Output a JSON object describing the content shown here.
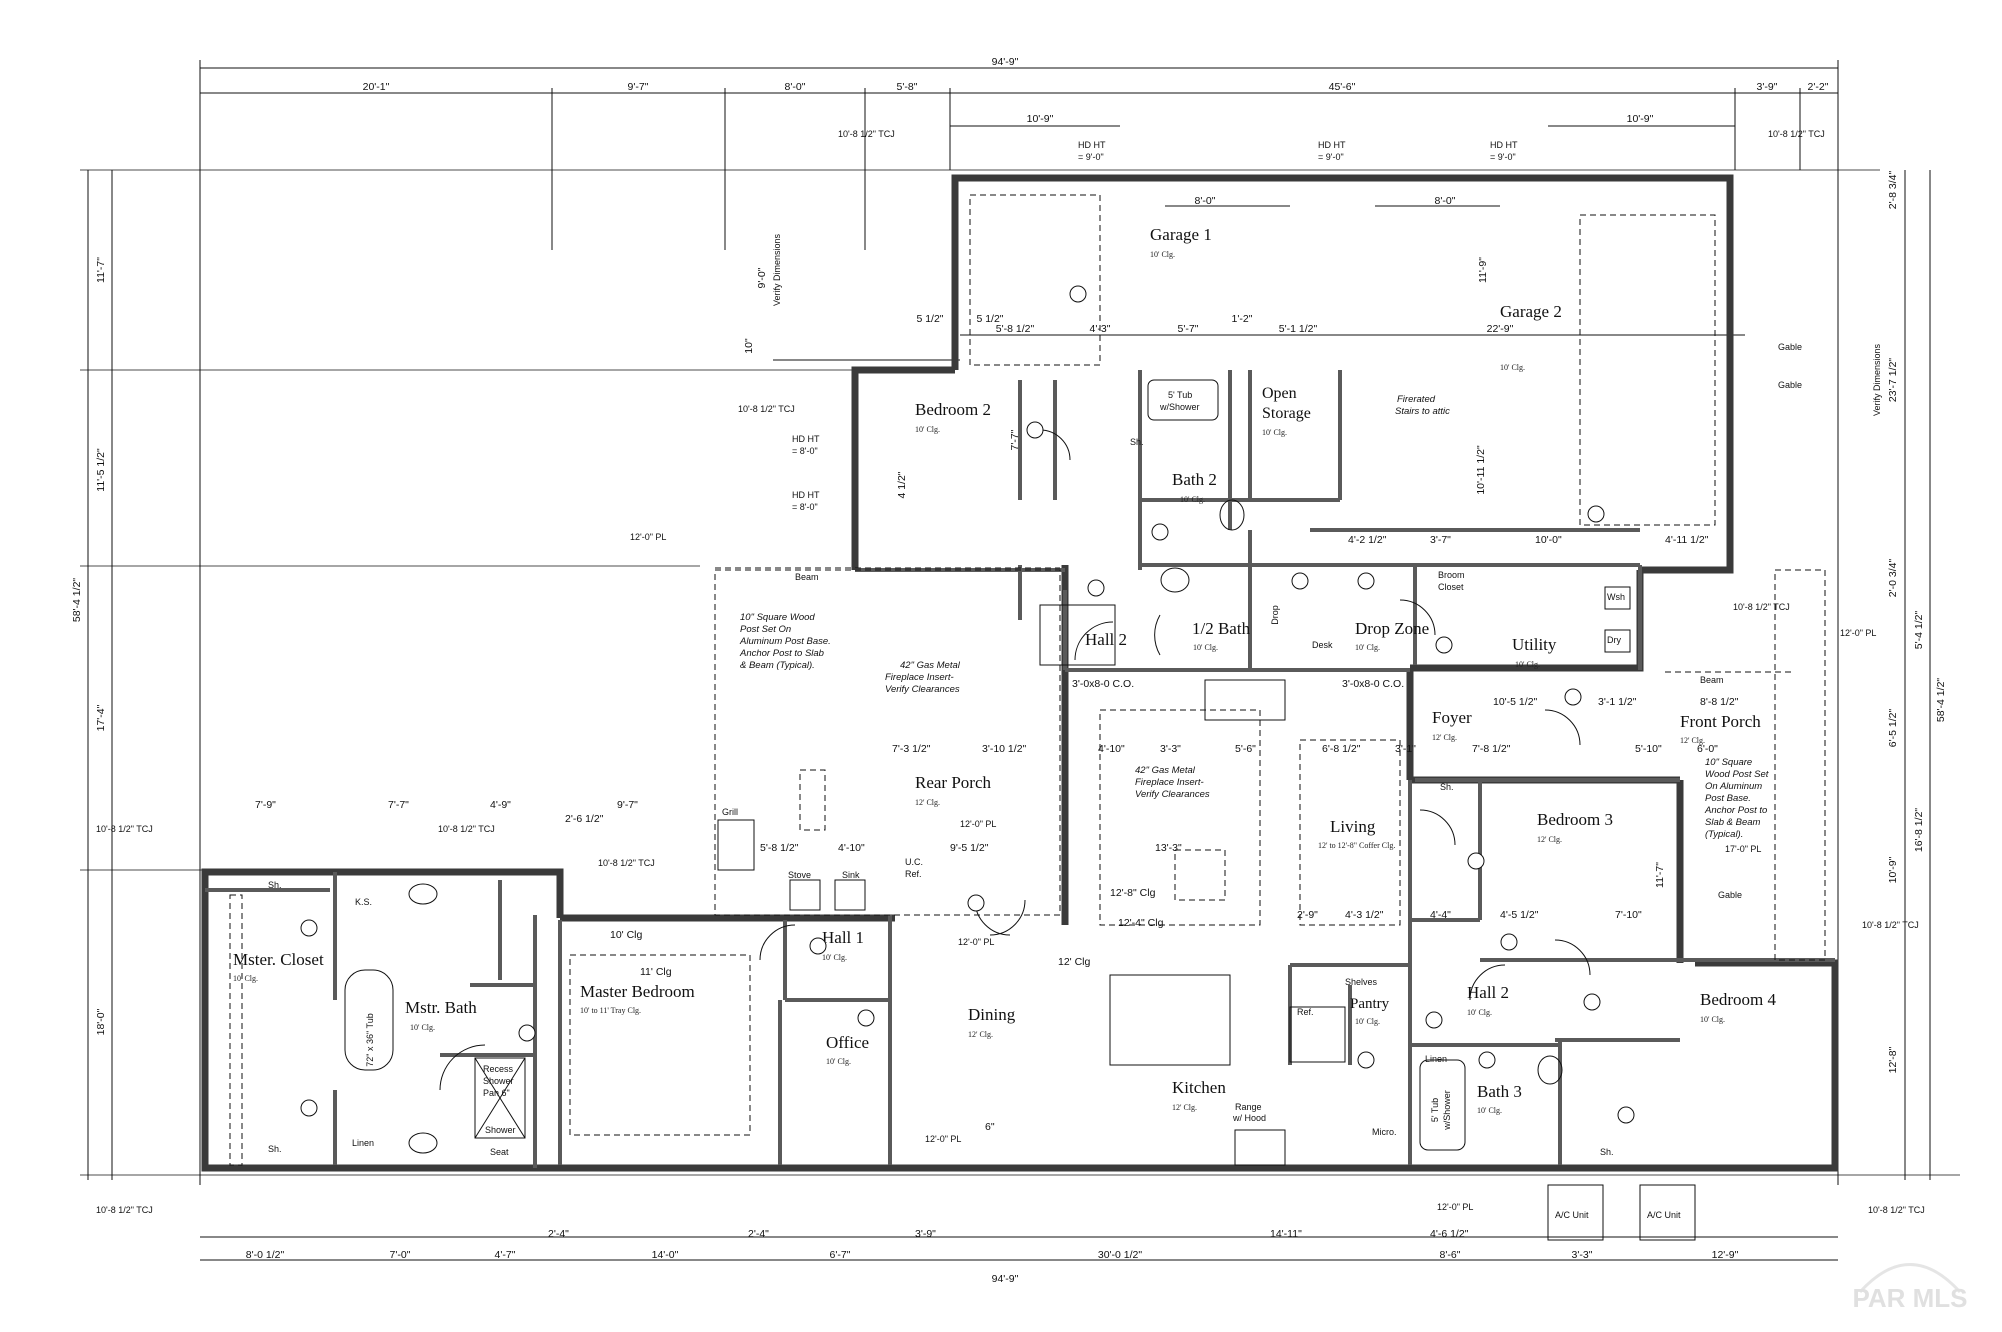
{
  "total_width_top": "94'-9\"",
  "total_width_bottom": "94'-9\"",
  "top_segments": [
    "20'-1\"",
    "9'-7\"",
    "8'-0\"",
    "5'-8\"",
    "45'-6\"",
    "3'-9\"",
    "2'-2\""
  ],
  "bottom_segments": [
    "8'-0 1/2\"",
    "7'-0\"",
    "4'-7\"",
    "14'-0\"",
    "6'-7\"",
    "30'-0 1/2\"",
    "8'-6\"",
    "3'-3\"",
    "12'-9\""
  ],
  "left_overall": "58'-4 1/2\"",
  "right_overall": "58'-4 1/2\"",
  "left_segments": [
    "11'-7\"",
    "11'-5 1/2\"",
    "17'-4\"",
    "18'-0\""
  ],
  "right_segments": [
    "2'-8 3/4\"",
    "23'-7 1/2\"",
    "2'-0 3/4\"",
    "5'-4 1/2\"",
    "6'-5 1/2\"",
    "16'-8 1/2\"",
    "10'-9\"",
    "12'-8\""
  ],
  "rooms": {
    "garage1": {
      "name": "Garage 1",
      "ceiling": "10' Clg."
    },
    "garage2": {
      "name": "Garage 2",
      "ceiling": "10' Clg."
    },
    "bedroom2": {
      "name": "Bedroom 2",
      "ceiling": "10' Clg."
    },
    "bath2": {
      "name": "Bath 2",
      "ceiling": "10' Clg."
    },
    "open_storage": {
      "name": "Open Storage",
      "ceiling": "10' Clg."
    },
    "half_bath": {
      "name": "1/2 Bath",
      "ceiling": "10' Clg."
    },
    "hall2_upper": {
      "name": "Hall 2"
    },
    "drop_zone": {
      "name": "Drop Zone",
      "ceiling": "10' Clg."
    },
    "utility": {
      "name": "Utility",
      "ceiling": "10' Clg."
    },
    "rear_porch": {
      "name": "Rear Porch",
      "ceiling": "12' Clg."
    },
    "foyer": {
      "name": "Foyer",
      "ceiling": "12' Clg."
    },
    "front_porch": {
      "name": "Front Porch",
      "ceiling": "12' Clg."
    },
    "living": {
      "name": "Living",
      "ceiling": "12' to 12'-8\" Coffer Clg."
    },
    "bedroom3": {
      "name": "Bedroom 3",
      "ceiling": "12' Clg."
    },
    "mster_closet": {
      "name": "Mster. Closet",
      "ceiling": "10' Clg."
    },
    "mstr_bath": {
      "name": "Mstr. Bath",
      "ceiling": "10' Clg."
    },
    "master_bedroom": {
      "name": "Master Bedroom",
      "ceiling": "10' to 11' Tray Clg."
    },
    "hall1": {
      "name": "Hall 1",
      "ceiling": "10' Clg."
    },
    "office": {
      "name": "Office",
      "ceiling": "10' Clg."
    },
    "dining": {
      "name": "Dining",
      "ceiling": "12' Clg."
    },
    "kitchen": {
      "name": "Kitchen",
      "ceiling": "12' Clg."
    },
    "pantry": {
      "name": "Pantry",
      "ceiling": "10' Clg."
    },
    "hall2": {
      "name": "Hall 2",
      "ceiling": "10' Clg."
    },
    "bath3": {
      "name": "Bath 3",
      "ceiling": "10' Clg."
    },
    "bedroom4": {
      "name": "Bedroom 4",
      "ceiling": "10' Clg."
    }
  },
  "notes": {
    "post_left": [
      "10\" Square Wood",
      "Post Set On",
      "Aluminum Post Base.",
      "Anchor Post to Slab",
      "& Beam (Typical)."
    ],
    "post_right": [
      "10\" Square",
      "Wood Post Set",
      "On Aluminum",
      "Post Base.",
      "Anchor Post to",
      "Slab & Beam",
      "(Typical)."
    ],
    "fireplace_rear": [
      "42\" Gas Metal",
      "Fireplace Insert-",
      "Verify Clearances"
    ],
    "fireplace_living": [
      "42\" Gas Metal",
      "Fireplace Insert-",
      "Verify Clearances"
    ],
    "stairs": [
      "Firerated",
      "Stairs to attic"
    ],
    "verify_left": "Verify Dimensions",
    "verify_right": "Verify Dimensions",
    "tub_bath2": [
      "5' Tub",
      "w/Shower"
    ],
    "tub_mstr": "72\" x 36\" Tub",
    "recess_shower": [
      "Recess",
      "Shower",
      "Pan 6\""
    ],
    "shower": "Shower",
    "seat": "Seat",
    "linen": "Linen",
    "shelves": "Shelves",
    "ref": "Ref.",
    "micro": "Micro.",
    "range": [
      "Range",
      "w/ Hood"
    ],
    "stove": "Stove",
    "sink": "Sink",
    "grill": "Grill",
    "uc_ref": [
      "U.C.",
      "Ref."
    ],
    "ac_unit": "A/C Unit",
    "broom_closet": [
      "Broom",
      "Closet"
    ],
    "desk": "Desk",
    "drop": "Drop",
    "wsh": "Wsh",
    "dry": "Dry",
    "ks": "K.S.",
    "sh": "Sh.",
    "beam": "Beam",
    "gable": "Gable",
    "tub_bath3": [
      "5' Tub",
      "w/Shower"
    ]
  },
  "tcj_labels": [
    "10'-8 1/2\" TCJ",
    "10'-8 1/2\" TCJ",
    "10'-8 1/2\" TCJ",
    "10'-8 1/2\" TCJ",
    "10'-8 1/2\" TCJ",
    "10'-8 1/2\" TCJ",
    "10'-8 1/2\" TCJ",
    "10'-8 1/2\" TCJ",
    "10'-8 1/2\" TCJ",
    "10'-8 1/2\" TCJ"
  ],
  "pl_labels": [
    "12'-0\" PL",
    "12'-0\" PL",
    "12'-0\" PL",
    "12'-0\" PL",
    "12'-0\" PL",
    "17'-0\" PL",
    "12'-0\" PL"
  ],
  "hd_labels": {
    "garage_d1": [
      "HD HT",
      "= 9'-0\""
    ],
    "garage_d2": [
      "HD HT",
      "= 9'-0\""
    ],
    "garage_d3": [
      "HD HT",
      "= 9'-0\""
    ],
    "bed2_e1": [
      "HD HT",
      "= 8'-0\""
    ],
    "bed2_e2": [
      "HD HT",
      "= 8'-0\""
    ]
  },
  "dims_misc": {
    "g_10_9_a": "10'-9\"",
    "g_10_9_b": "10'-9\"",
    "g_8_0_a": "8'-0\"",
    "g_8_0_b": "8'-0\"",
    "g_22_9": "22'-9\"",
    "g_11_9": "11'-9\"",
    "g_9_0": "9'-0\"",
    "g_10": "10\"",
    "d_5_half_a": "5 1/2\"",
    "d_5_half_b": "5 1/2\"",
    "d_5_8_half": "5'-8 1/2\"",
    "d_4_3": "4'-3\"",
    "d_5_7": "5'-7\"",
    "d_1_2": "1'-2\"",
    "d_5_1_half": "5'-1 1/2\"",
    "d_10_11_half": "10'-11 1/2\"",
    "d_7_7": "7'-7\"",
    "d_4_half": "4 1/2\"",
    "d_4_2_half": "4'-2 1/2\"",
    "d_3_7": "3'-7\"",
    "d_10_0": "10'-0\"",
    "d_4_11_half": "4'-11 1/2\"",
    "d_3_0x8_0_a": "3'-0x8-0 C.O.",
    "d_3_0x8_0_b": "3'-0x8-0 C.O.",
    "d_7_3_half": "7'-3 1/2\"",
    "d_3_10_half": "3'-10 1/2\"",
    "d_4_10": "4'-10\"",
    "d_3_3": "3'-3\"",
    "d_5_6": "5'-6\"",
    "d_6_8_half": "6'-8 1/2\"",
    "d_3_1": "3'-1\"",
    "d_7_8_half": "7'-8 1/2\"",
    "d_5_10": "5'-10\"",
    "d_6_0": "6'-0\"",
    "d_10_5_half": "10'-5 1/2\"",
    "d_3_1_half": "3'-1 1/2\"",
    "d_8_8_half": "8'-8 1/2\"",
    "d_13_3": "13'-3\"",
    "d_5_8_half_b": "5'-8 1/2\"",
    "d_4_10_b": "4'-10\"",
    "d_9_5_half": "9'-5 1/2\"",
    "d_12_8_clg": "12'-8\" Clg",
    "d_12_4_clg": "12'-4\" Clg",
    "d_12_clg": "12' Clg",
    "d_10_clg": "10' Clg",
    "d_11_clg": "11' Clg",
    "d_7_9": "7'-9\"",
    "d_7_7_b": "7'-7\"",
    "d_4_9": "4'-9\"",
    "d_9_7": "9'-7\"",
    "d_2_6_half": "2'-6 1/2\"",
    "d_4_4": "4'-4\"",
    "d_4_5_half": "4'-5 1/2\"",
    "d_7_10": "7'-10\"",
    "d_11_7": "11'-7\"",
    "d_2_9": "2'-9\"",
    "d_4_3_half": "4'-3 1/2\"",
    "d_14_11": "14'-11\"",
    "d_4_6_half": "4'-6 1/2\"",
    "d_2_4_a": "2'-4\"",
    "d_2_4_b": "2'-4\"",
    "d_3_9": "3'-9\"",
    "d_6": "6\""
  },
  "watermark": "PAR MLS"
}
